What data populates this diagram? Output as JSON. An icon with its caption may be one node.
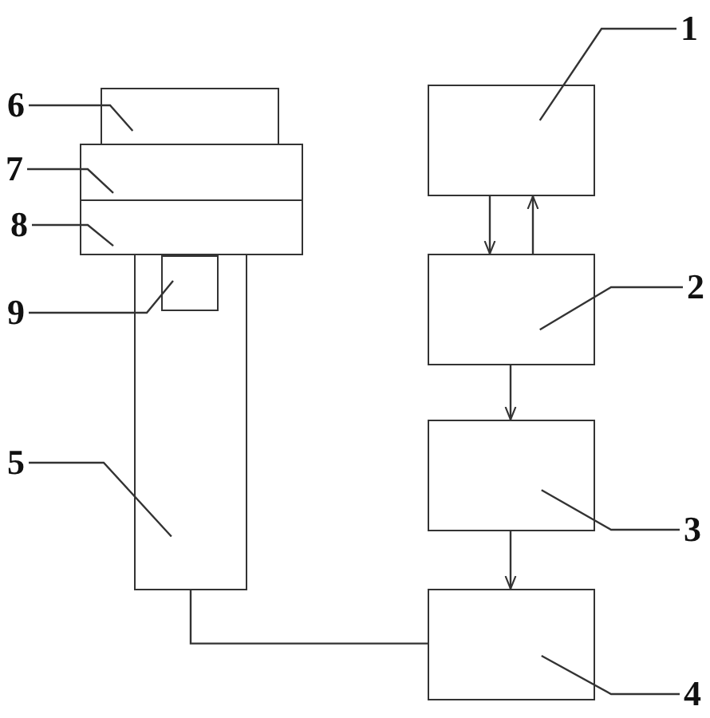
{
  "diagram": {
    "nodes": [
      {
        "text": [
          "6"
        ]
      },
      {
        "text": [],
        "shape": "box"
      },
      {
        "text": [
          "7"
        ]
      },
      {
        "text": [],
        "shape": "box"
      },
      {
        "text": [
          "8"
        ]
      },
      {
        "text": [],
        "shape": "box"
      },
      {
        "text": [
          "9"
        ]
      },
      {
        "text": [],
        "shape": "box"
      },
      {
        "text": [],
        "shape": "box",
        "in": 7
      },
      {
        "text": [
          "5"
        ]
      },
      {
        "text": [
          "1"
        ]
      },
      {
        "text": [],
        "shape": "box"
      },
      {
        "text": [],
        "shape": "box"
      },
      {
        "text": [
          "2"
        ]
      },
      {
        "text": [],
        "shape": "box"
      },
      {
        "text": [
          "3"
        ]
      },
      {
        "text": [],
        "shape": "box"
      },
      {
        "text": [
          "4"
        ]
      }
    ],
    "edges": [
      {
        "from": 0,
        "to": 1,
        "arrow": "none"
      },
      {
        "from": 2,
        "to": 3,
        "arrow": "none"
      },
      {
        "from": 4,
        "to": 5,
        "arrow": "none"
      },
      {
        "from": 6,
        "to": 8,
        "arrow": "none"
      },
      {
        "from": 9,
        "to": 7,
        "arrow": "none"
      },
      {
        "from": 10,
        "to": 11,
        "arrow": "none"
      },
      {
        "from": 13,
        "to": 12,
        "arrow": "none"
      },
      {
        "from": 15,
        "to": 14,
        "arrow": "none"
      },
      {
        "from": 17,
        "to": 16,
        "arrow": "none"
      },
      {
        "from": 11,
        "to": 12,
        "arrow": "to"
      },
      {
        "from": 12,
        "to": 11,
        "arrow": "to"
      },
      {
        "from": 12,
        "to": 14,
        "arrow": "to"
      },
      {
        "from": 14,
        "to": 16,
        "arrow": "to"
      },
      {
        "from": 7,
        "to": 16,
        "arrow": "none"
      }
    ]
  }
}
